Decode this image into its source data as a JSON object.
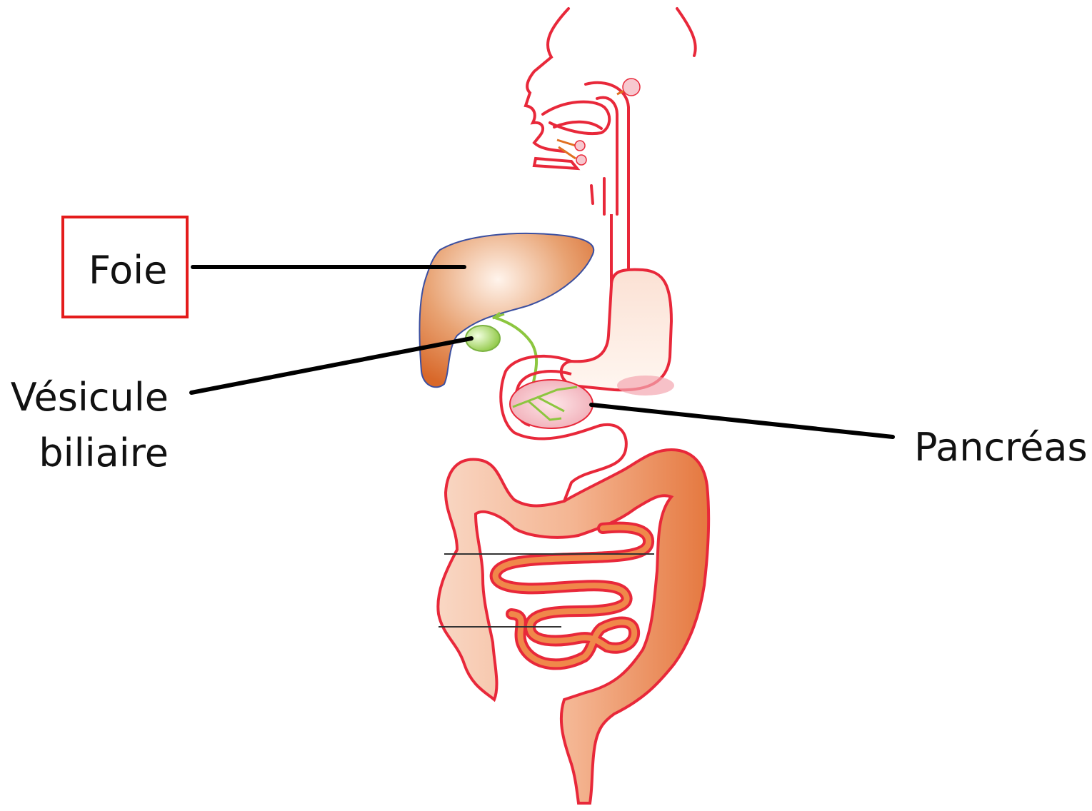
{
  "labels": {
    "liver": "Foie",
    "gallbladder_line1": "Vésicule",
    "gallbladder_line2": "biliaire",
    "pancreas": "Pancréas"
  },
  "colors": {
    "outline_red": "#e8283a",
    "highlight_box": "#e41b1b",
    "liver": "#d9793b",
    "gallbladder": "#8cc63f",
    "pancreas": "#f3b8bf",
    "colon": "#e98a5a",
    "leader_line": "#000000"
  }
}
